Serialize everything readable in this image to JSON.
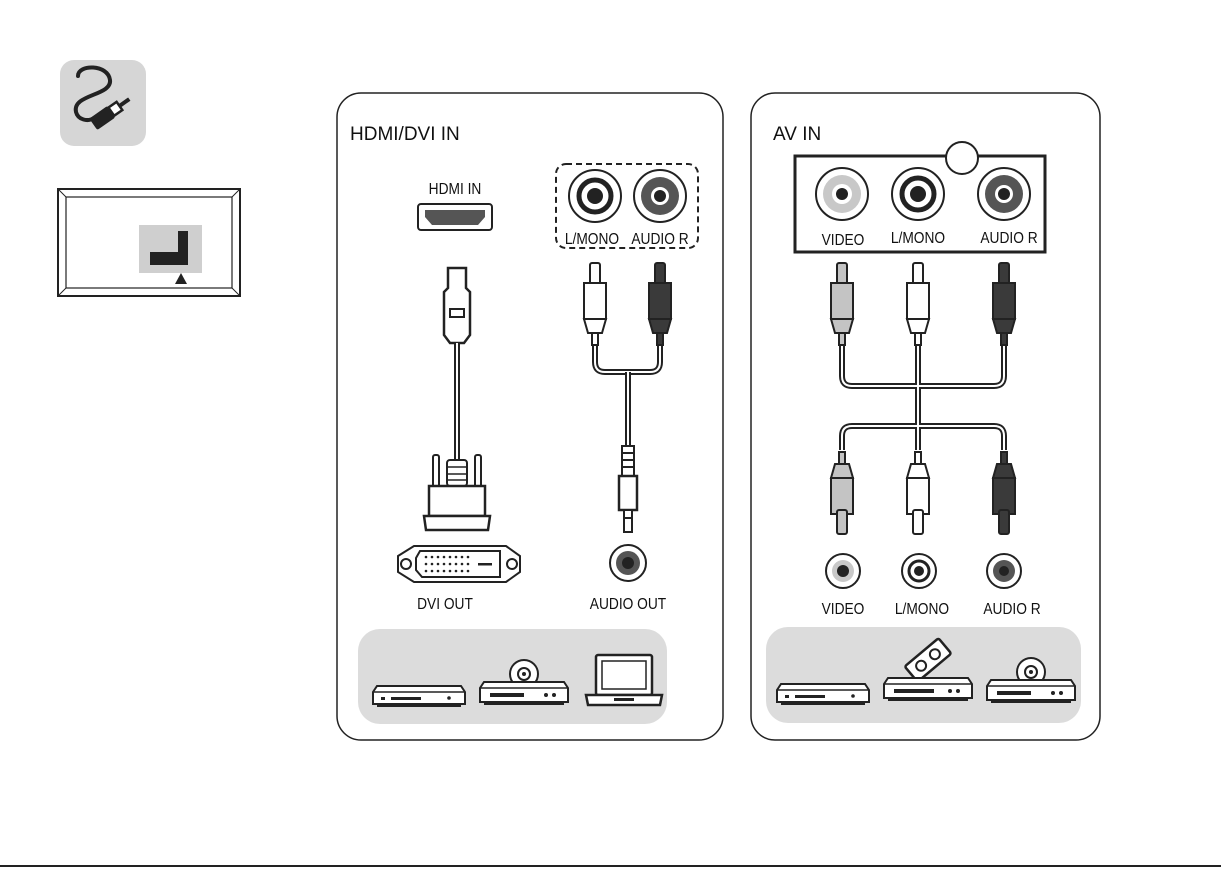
{
  "colors": {
    "outline": "#222222",
    "tile_gray": "#d6d6d6",
    "tray_gray": "#dcdcdc",
    "jack_light": "#c8c8c8",
    "jack_white": "#ffffff",
    "jack_dark": "#555555",
    "plug_light": "#c4c4c4",
    "plug_dark": "#3a3a3a"
  },
  "icons": {
    "cable": "cable-plug-icon",
    "tv_back": "tv-back-panel-icon",
    "devices_hdmi": [
      "set-top-box-icon",
      "dvd-player-icon",
      "laptop-icon"
    ],
    "devices_av": [
      "set-top-box-icon",
      "vcr-icon",
      "dvd-player-icon"
    ]
  },
  "hdmi_panel": {
    "title": "HDMI/DVI IN",
    "hdmi_port_label": "HDMI IN",
    "lmono_label": "L/MONO",
    "audio_r_label": "AUDIO R",
    "dvi_out_label": "DVI OUT",
    "audio_out_label": "AUDIO OUT"
  },
  "av_panel": {
    "title": "AV IN",
    "video_label": "VIDEO",
    "lmono_label": "L/MONO",
    "audio_r_label": "AUDIO R",
    "device_video_label": "VIDEO",
    "device_lmono_label": "L/MONO",
    "device_audio_r_label": "AUDIO R"
  }
}
